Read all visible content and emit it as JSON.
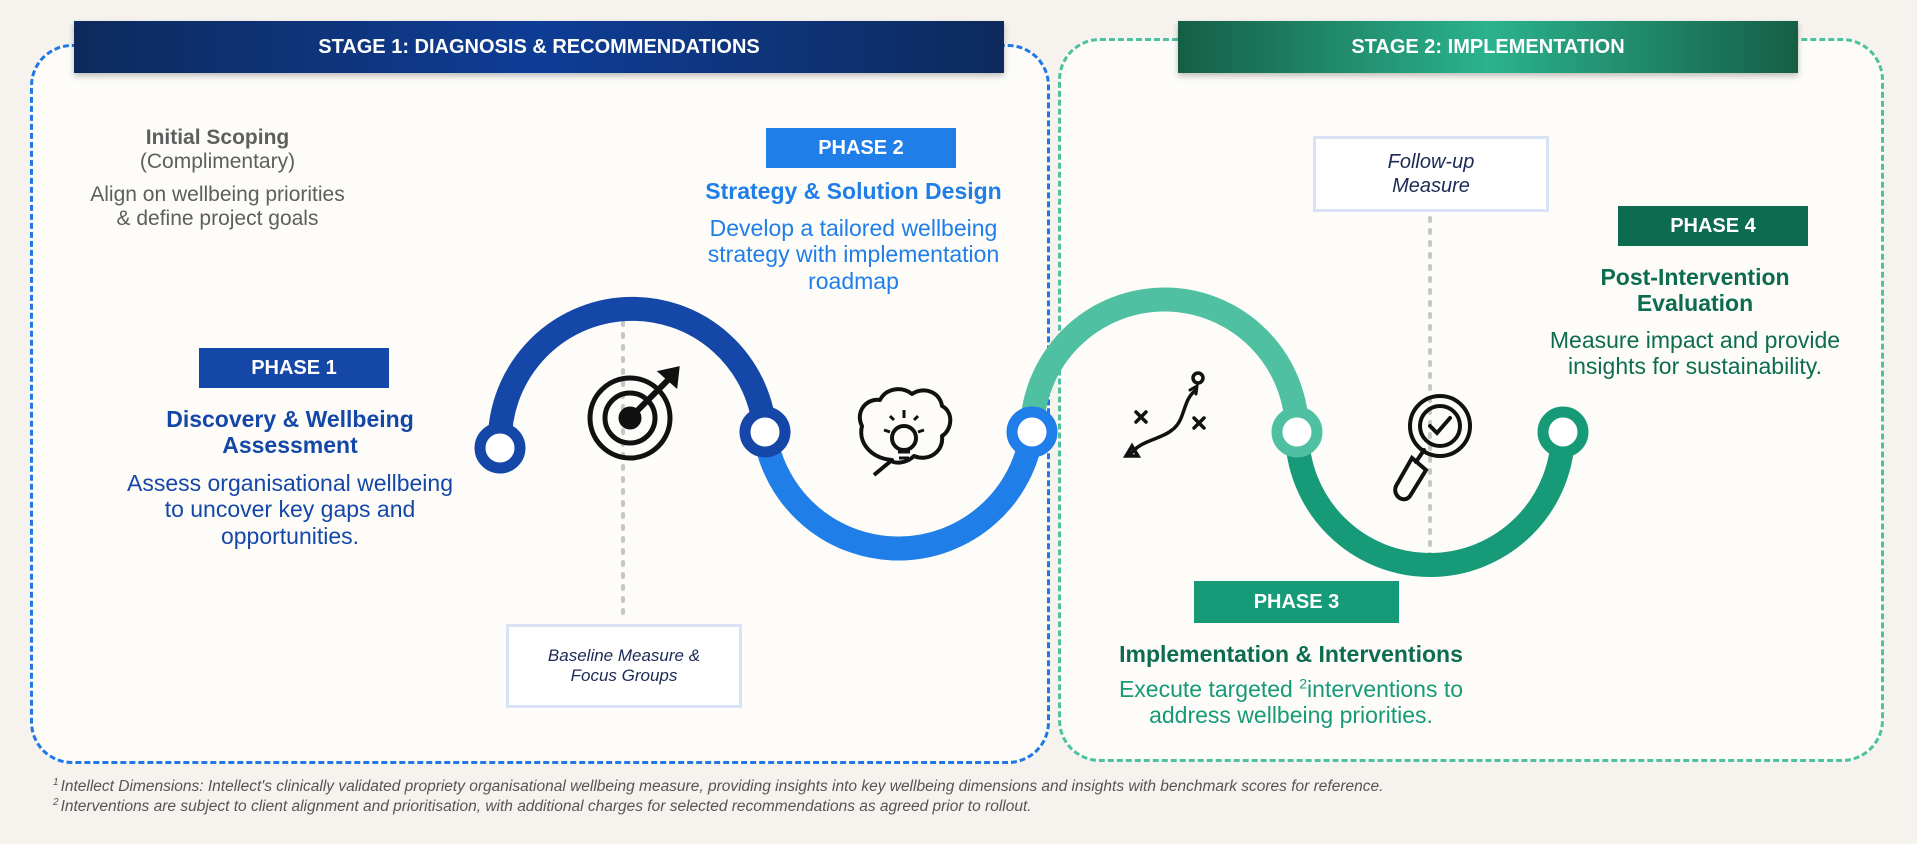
{
  "stage1": {
    "title": "STAGE 1: DIAGNOSIS & RECOMMENDATIONS"
  },
  "stage2": {
    "title": "STAGE 2: IMPLEMENTATION"
  },
  "scoping": {
    "title": "Initial Scoping",
    "subtitle": "(Complimentary)",
    "desc_line1": "Align on wellbeing priorities",
    "desc_line2": "& define project goals"
  },
  "phase1": {
    "badge": "PHASE 1",
    "title_line1": "Discovery & Wellbeing",
    "title_line2": "Assessment",
    "desc_line1": "Assess organisational wellbeing",
    "desc_line2": "to uncover key gaps and",
    "desc_line3": "opportunities."
  },
  "phase2": {
    "badge": "PHASE 2",
    "title": "Strategy & Solution Design",
    "desc_line1": "Develop a tailored wellbeing",
    "desc_line2": "strategy with implementation",
    "desc_line3": "roadmap"
  },
  "phase3": {
    "badge": "PHASE 3",
    "title": "Implementation & Interventions",
    "desc_part1": "Execute targeted",
    "desc_sup": "2",
    "desc_part2": "interventions to",
    "desc_line2": "address wellbeing priorities."
  },
  "phase4": {
    "badge": "PHASE 4",
    "title_line1": "Post-Intervention",
    "title_line2": "Evaluation",
    "desc_line1": "Measure impact and provide",
    "desc_line2": "insights for sustainability."
  },
  "baseline": {
    "line1": "Baseline Measure &",
    "line2": "Focus Groups"
  },
  "followup": {
    "line1": "Follow-up",
    "line2": "Measure"
  },
  "footnotes": {
    "n1_mark": "1",
    "n1": "Intellect Dimensions: Intellect's clinically validated propriety organisational wellbeing measure, providing insights into key wellbeing dimensions and insights with benchmark scores for reference.",
    "n2_mark": "2",
    "n2": "Interventions are subject to client alignment and prioritisation, with additional charges for selected recommendations as agreed prior to rollout."
  },
  "colors": {
    "stage1_accent": "#1f78e3",
    "stage2_accent": "#4fc1a2",
    "phase1": "#1547a8",
    "phase2": "#1f7ee8",
    "phase3": "#179a77",
    "phase4": "#0d6c4f"
  },
  "icons": [
    "target-icon",
    "lightbulb-idea-icon",
    "strategy-path-icon",
    "magnifier-check-icon"
  ]
}
